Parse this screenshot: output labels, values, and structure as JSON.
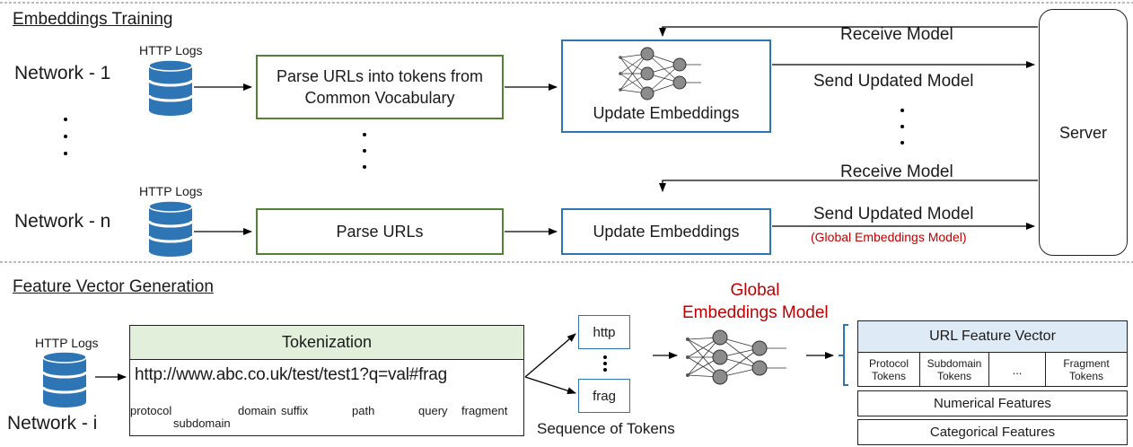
{
  "training": {
    "title": "Embeddings Training",
    "network1": "Network - 1",
    "networkn": "Network - n",
    "http_logs_1": "HTTP Logs",
    "http_logs_n": "HTTP Logs",
    "parse_urls_tokens": "Parse URLs into tokens from Common Vocabulary",
    "parse_urls": "Parse URLs",
    "update_embeddings_1": "Update Embeddings",
    "update_embeddings_n": "Update Embeddings",
    "receive_model_1": "Receive Model",
    "receive_model_n": "Receive Model",
    "send_updated_model_1": "Send Updated Model",
    "send_updated_model_n": "Send Updated Model",
    "global_embeddings_note": "(Global Embeddings Model)",
    "server": "Server"
  },
  "generation": {
    "title": "Feature Vector Generation",
    "http_logs": "HTTP Logs",
    "network_i": "Network - i",
    "tokenization": "Tokenization",
    "url_example": "http://www.abc.co.uk/test/test1?q=val#frag",
    "segments": {
      "protocol": "protocol",
      "subdomain": "subdomain",
      "domain": "domain",
      "suffix": "suffix",
      "path": "path",
      "query": "query",
      "fragment": "fragment"
    },
    "token_http": "http",
    "token_frag": "frag",
    "sequence_label": "Sequence of Tokens",
    "global_model_line1": "Global",
    "global_model_line2": "Embeddings Model",
    "feature_vector": {
      "title": "URL Feature Vector",
      "protocol_tokens": "Protocol Tokens",
      "subdomain_tokens": "Subdomain Tokens",
      "ellipsis": "...",
      "fragment_tokens": "Fragment Tokens",
      "numerical": "Numerical Features",
      "categorical": "Categorical Features"
    }
  },
  "colors": {
    "green_border": "#548235",
    "blue_border": "#2e75b6",
    "db_blue": "#2e75b6",
    "header_fill": "#e2efda",
    "vector_header_fill": "#deebf7",
    "red_text": "#c00000"
  }
}
